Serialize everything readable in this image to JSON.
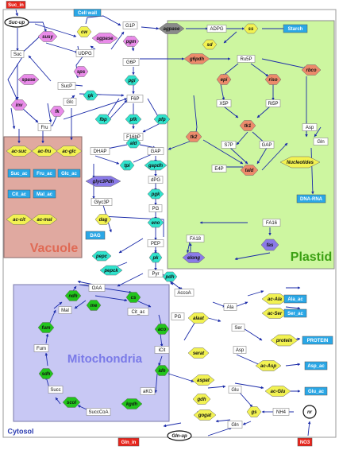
{
  "compartments": {
    "cytosol": "Cytosol",
    "plastid": "Plastid",
    "vacuole": "Vacuole",
    "mitochondria": "Mitochondria"
  },
  "colors": {
    "plastid_fill": "#cdf6a0",
    "vacuole_fill": "#e0a9a0",
    "mito_fill": "#c8c8f4",
    "red_box": "#e8251c",
    "blue_box": "#2aa7e6",
    "pink_hex": "#e98be9",
    "cyan_hex": "#2fe3cd",
    "salmon_hex": "#ec8a6b",
    "yellow_hex": "#f2f252",
    "yg_hex": "#bff060",
    "green_hex": "#22c41c",
    "purple_hex": "#8a7ae8",
    "grey_hex": "#8a8a8a",
    "arrow": "#1a2aa8"
  },
  "labels": {
    "suc_in": "Suc_in",
    "suc_up": "Suc-up",
    "cell_wall": "Cell wall",
    "suc": "Suc",
    "susy": "susy",
    "cw": "cw",
    "ugpase": "ugpase",
    "g1p": "G1P",
    "pgm": "pgm",
    "udpg": "UDPG",
    "agpase": "agpase",
    "adpg": "ADPG",
    "ss": "ss",
    "starch": "Starch",
    "sd": "sd",
    "g6pdh": "g6pdh",
    "ru5p": "Ru5P",
    "g6p": "G6P",
    "sps": "sps",
    "spase": "spase",
    "sucp": "SucP",
    "pgi": "pgi",
    "epi": "epi",
    "riso": "riso",
    "rbco": "rbco",
    "gk": "gk",
    "glc": "Glc",
    "f6p": "F6P",
    "x5p": "X5P",
    "ri5p": "Ri5P",
    "inv": "inv",
    "fk": "fk",
    "fru": "Fru",
    "fbp": "fbp",
    "pfk": "pfk",
    "pfp": "pfp",
    "tk1": "tk1",
    "asp_p": "Asp",
    "f16bp": "F16bP",
    "s7p": "S7P",
    "gap_p": "GAP",
    "gln_p": "Gln",
    "ald": "ald",
    "tk2": "tk2",
    "ac_suc": "ac-suc",
    "ac_fru": "ac-fru",
    "ac_glc": "ac-glc",
    "dhap": "DHAP",
    "gap": "GAP",
    "nucleotides": "Nucleotides",
    "tpi": "tpi",
    "gapdh": "gapdh",
    "e4p": "E4P",
    "tald": "tald",
    "suc_ac": "Suc_ac",
    "fru_ac": "Fru_ac",
    "glc_ac": "Glc_ac",
    "glyc3pdh": "glyc3Pdh",
    "dpg": "dPG",
    "dna_rna": "DNA-RNA",
    "pgk": "pgk",
    "cit_ac": "Cit_ac",
    "mal_ac": "Mal_ac",
    "glyc3p": "Glyc3P",
    "pg": "PG",
    "ac_cit": "ac-cit",
    "ac_mal": "ac-mal",
    "dag": "dag",
    "eno": "eno",
    "fa16": "FA16",
    "dag_box": "DAG",
    "fa18": "FA18",
    "fas": "fas",
    "pep": "PEP",
    "pepc": "pepc",
    "pk": "pk",
    "elong": "elong",
    "pepck": "pepck",
    "oaa": "OAA",
    "pyr": "Pyr",
    "pdh": "pdh",
    "ndh": "ndh",
    "accoa": "AccoA",
    "mal": "Mal",
    "me": "me",
    "cs": "cs",
    "ac_ala": "ac-Ala",
    "ala_ac": "Ala_ac",
    "ala": "Ala",
    "cit_m": "Cit_ac",
    "ac_ser": "ac-Ser",
    "ser_ac": "Ser_ac",
    "pg2": "PG",
    "alaat": "alaat",
    "fum_enz": "fum",
    "aco": "aco",
    "ser": "Ser",
    "protein": "protein",
    "protein_box": "PROTEIN",
    "fum": "Fum",
    "icit": "iCit",
    "serat": "serat",
    "asp": "Asp",
    "ac_asp": "ac-Asp",
    "asp_ac": "Asp_ac",
    "sdh": "sdh",
    "idh": "idh",
    "aspat": "aspat",
    "succ": "Succ",
    "akg": "aKG",
    "gdh": "gdh",
    "glu": "Glu",
    "ac_glu": "ac-Glu",
    "glu_ac": "Glu_ac",
    "scol": "scol",
    "kgdh": "kgdh",
    "succoa": "SuccCoA",
    "gogat": "gogat",
    "gs": "gs",
    "nh4": "NH4",
    "nr": "nr",
    "gln": "Gln",
    "gln_in": "Gln_in",
    "gln_up": "Gln-up",
    "no3": "NO3"
  }
}
